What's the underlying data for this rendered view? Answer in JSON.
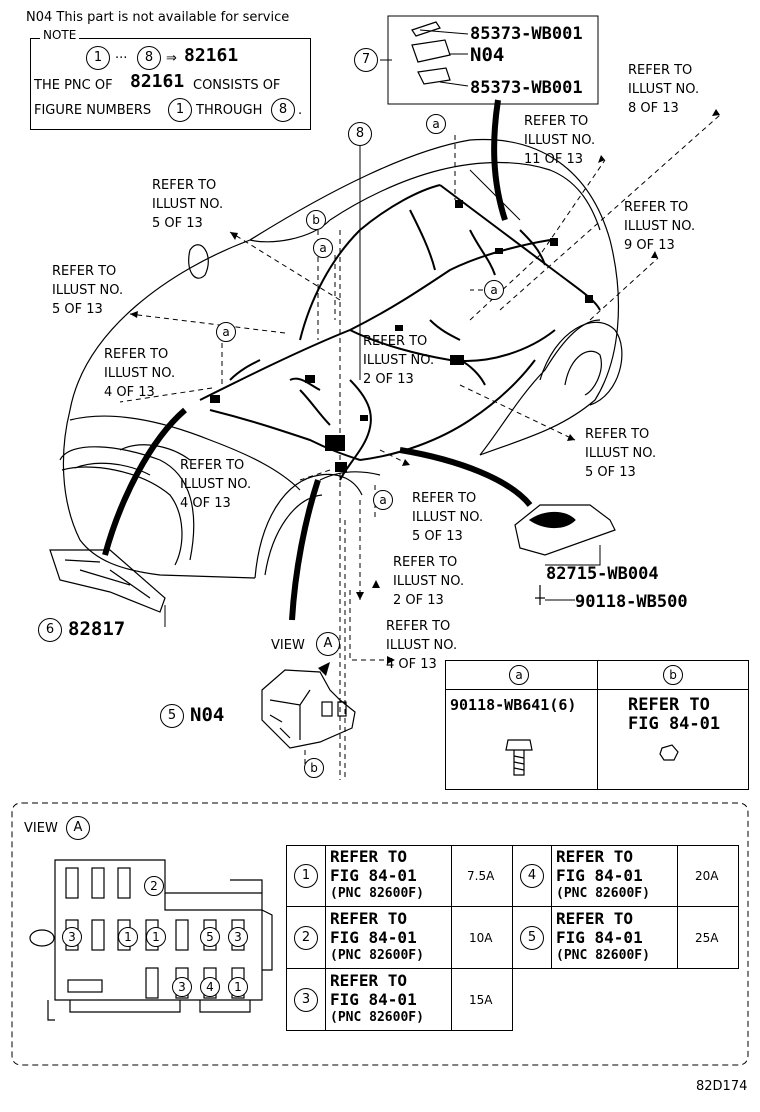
{
  "header_note": "N04 This part is not available for service",
  "note": {
    "label": "NOTE",
    "range_start": "1",
    "range_dots": "···",
    "range_end": "8",
    "arrow": "⇒",
    "pnc": "82161",
    "line2_a": "THE PNC OF",
    "line2_pnc": "82161",
    "line2_b": "CONSISTS OF",
    "line3_a": "FIGURE NUMBERS",
    "line3_from": "1",
    "line3_b": "THROUGH",
    "line3_to": "8",
    "line3_end": "."
  },
  "callouts": {
    "c7": "7",
    "c7_parts": [
      "85373-WB001",
      "N04",
      "85373-WB001"
    ],
    "c8": "8",
    "c6": "6",
    "c6_part": "82817",
    "c5": "5",
    "c5_part": "N04",
    "bracket_parts": [
      "82715-WB004",
      "90118-WB500"
    ],
    "view_label": "VIEW",
    "view_letter": "A"
  },
  "letters": {
    "a": "a",
    "b": "b"
  },
  "refs": {
    "r1": "REFER TO\nILLUST NO.\n8 OF 13",
    "r2": "REFER TO\nILLUST NO.\n11 OF 13",
    "r3": "REFER TO\nILLUST NO.\n5 OF 13",
    "r4": "REFER TO\nILLUST NO.\n9 OF 13",
    "r5": "REFER TO\nILLUST NO.\n5 OF 13",
    "r6": "REFER TO\nILLUST NO.\n2 OF 13",
    "r7": "REFER TO\nILLUST NO.\n4 OF 13",
    "r8": "REFER TO\nILLUST NO.\n5 OF 13",
    "r9": "REFER TO\nILLUST NO.\n4 OF 13",
    "r10": "REFER TO\nILLUST NO.\n5 OF 13",
    "r11": "REFER TO\nILLUST NO.\n2 OF 13",
    "r12": "REFER TO\nILLUST NO.\n4 OF 13"
  },
  "parts_table": {
    "col_a_letter": "a",
    "col_b_letter": "b",
    "col_a_part": "90118-WB641(6)",
    "col_b_text": "REFER TO\nFIG 84-01"
  },
  "view_a": {
    "title": "VIEW",
    "letter": "A",
    "fuse_labels": [
      "2",
      "3",
      "1",
      "1",
      "5",
      "3",
      "3",
      "4",
      "1"
    ]
  },
  "fuse_table": [
    {
      "num": "1",
      "ref": "REFER TO\nFIG 84-01",
      "pnc": "(PNC 82600F)",
      "amp": "7.5A"
    },
    {
      "num": "2",
      "ref": "REFER TO\nFIG 84-01",
      "pnc": "(PNC 82600F)",
      "amp": "10A"
    },
    {
      "num": "3",
      "ref": "REFER TO\nFIG 84-01",
      "pnc": "(PNC 82600F)",
      "amp": "15A"
    },
    {
      "num": "4",
      "ref": "REFER TO\nFIG 84-01",
      "pnc": "(PNC 82600F)",
      "amp": "20A"
    },
    {
      "num": "5",
      "ref": "REFER TO\nFIG 84-01",
      "pnc": "(PNC 82600F)",
      "amp": "25A"
    }
  ],
  "figure_id": "82D174"
}
